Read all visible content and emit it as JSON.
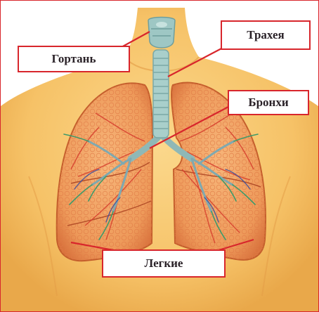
{
  "labels": {
    "larynx": "Гортань",
    "trachea": "Трахея",
    "bronchi": "Бронхи",
    "lungs": "Легкие"
  },
  "colors": {
    "skin": "#f7c86e",
    "skin_dark": "#ecad50",
    "lung": "#f0a063",
    "lung_dark": "#c8572d",
    "airway": "#9ec7c4",
    "vessel": "#d63b2c",
    "leader_line": "#d8262c"
  },
  "icons": [
    "larynx-icon",
    "trachea-icon",
    "bronchi-icon",
    "left-lung-icon",
    "right-lung-icon"
  ]
}
